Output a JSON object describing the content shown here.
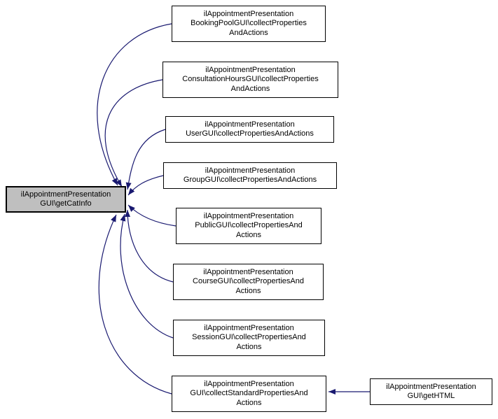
{
  "diagram": {
    "type": "call-graph",
    "background_color": "#ffffff",
    "arrow_color": "#191970",
    "node_border_color": "#000000",
    "highlight_fill_color": "#bfbfbf",
    "nodes": [
      {
        "id": "getCatInfo",
        "highlighted": true,
        "lines": [
          "ilAppointmentPresentation",
          "GUI\\getCatInfo"
        ]
      },
      {
        "id": "bookingPool",
        "highlighted": false,
        "lines": [
          "ilAppointmentPresentation",
          "BookingPoolGUI\\collectProperties",
          "AndActions"
        ]
      },
      {
        "id": "consultationHours",
        "highlighted": false,
        "lines": [
          "ilAppointmentPresentation",
          "ConsultationHoursGUI\\collectProperties",
          "AndActions"
        ]
      },
      {
        "id": "userGUI",
        "highlighted": false,
        "lines": [
          "ilAppointmentPresentation",
          "UserGUI\\collectPropertiesAndActions"
        ]
      },
      {
        "id": "groupGUI",
        "highlighted": false,
        "lines": [
          "ilAppointmentPresentation",
          "GroupGUI\\collectPropertiesAndActions"
        ]
      },
      {
        "id": "publicGUI",
        "highlighted": false,
        "lines": [
          "ilAppointmentPresentation",
          "PublicGUI\\collectPropertiesAnd",
          "Actions"
        ]
      },
      {
        "id": "courseGUI",
        "highlighted": false,
        "lines": [
          "ilAppointmentPresentation",
          "CourseGUI\\collectPropertiesAnd",
          "Actions"
        ]
      },
      {
        "id": "sessionGUI",
        "highlighted": false,
        "lines": [
          "ilAppointmentPresentation",
          "SessionGUI\\collectPropertiesAnd",
          "Actions"
        ]
      },
      {
        "id": "collectStandard",
        "highlighted": false,
        "lines": [
          "ilAppointmentPresentation",
          "GUI\\collectStandardPropertiesAnd",
          "Actions"
        ]
      },
      {
        "id": "getHTML",
        "highlighted": false,
        "lines": [
          "ilAppointmentPresentation",
          "GUI\\getHTML"
        ]
      }
    ],
    "edges": [
      {
        "from": "bookingPool",
        "to": "getCatInfo"
      },
      {
        "from": "consultationHours",
        "to": "getCatInfo"
      },
      {
        "from": "userGUI",
        "to": "getCatInfo"
      },
      {
        "from": "groupGUI",
        "to": "getCatInfo"
      },
      {
        "from": "publicGUI",
        "to": "getCatInfo"
      },
      {
        "from": "courseGUI",
        "to": "getCatInfo"
      },
      {
        "from": "sessionGUI",
        "to": "getCatInfo"
      },
      {
        "from": "collectStandard",
        "to": "getCatInfo"
      },
      {
        "from": "getHTML",
        "to": "collectStandard"
      }
    ]
  }
}
